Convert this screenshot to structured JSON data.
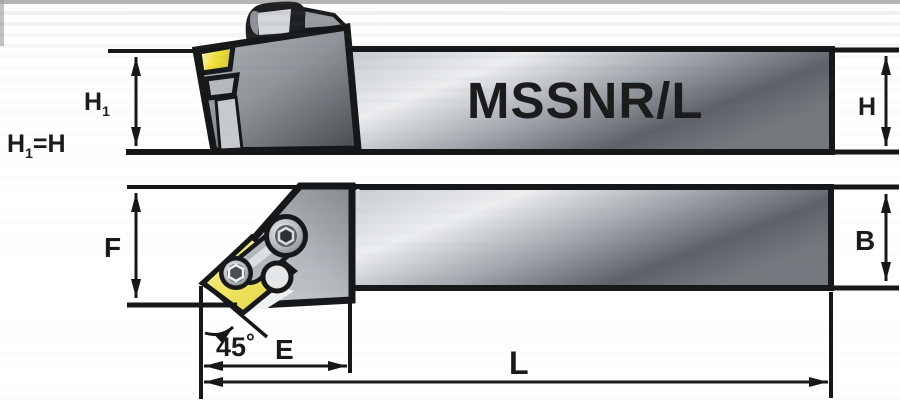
{
  "diagram": {
    "model_label": "MSSNR/L",
    "note": {
      "base": "H",
      "sub": "1",
      "rest": "=H"
    },
    "dims": {
      "h1": {
        "base": "H",
        "sub": "1"
      },
      "h": "H",
      "f": "F",
      "b": "B",
      "e": "E",
      "l": "L",
      "angle": {
        "value": "45",
        "deg": "°"
      }
    },
    "colors": {
      "outline": "#161718",
      "label": "#1a1a1a",
      "steel_soft": "#c6cacf",
      "steel_light": "#eceef0",
      "steel_mid": "#a0a5ab",
      "steel_dark": "#5d6268",
      "steel_tail": "#74797e",
      "insert_yellow": "#f2e33c",
      "insert_pale": "#f6efa0"
    }
  }
}
